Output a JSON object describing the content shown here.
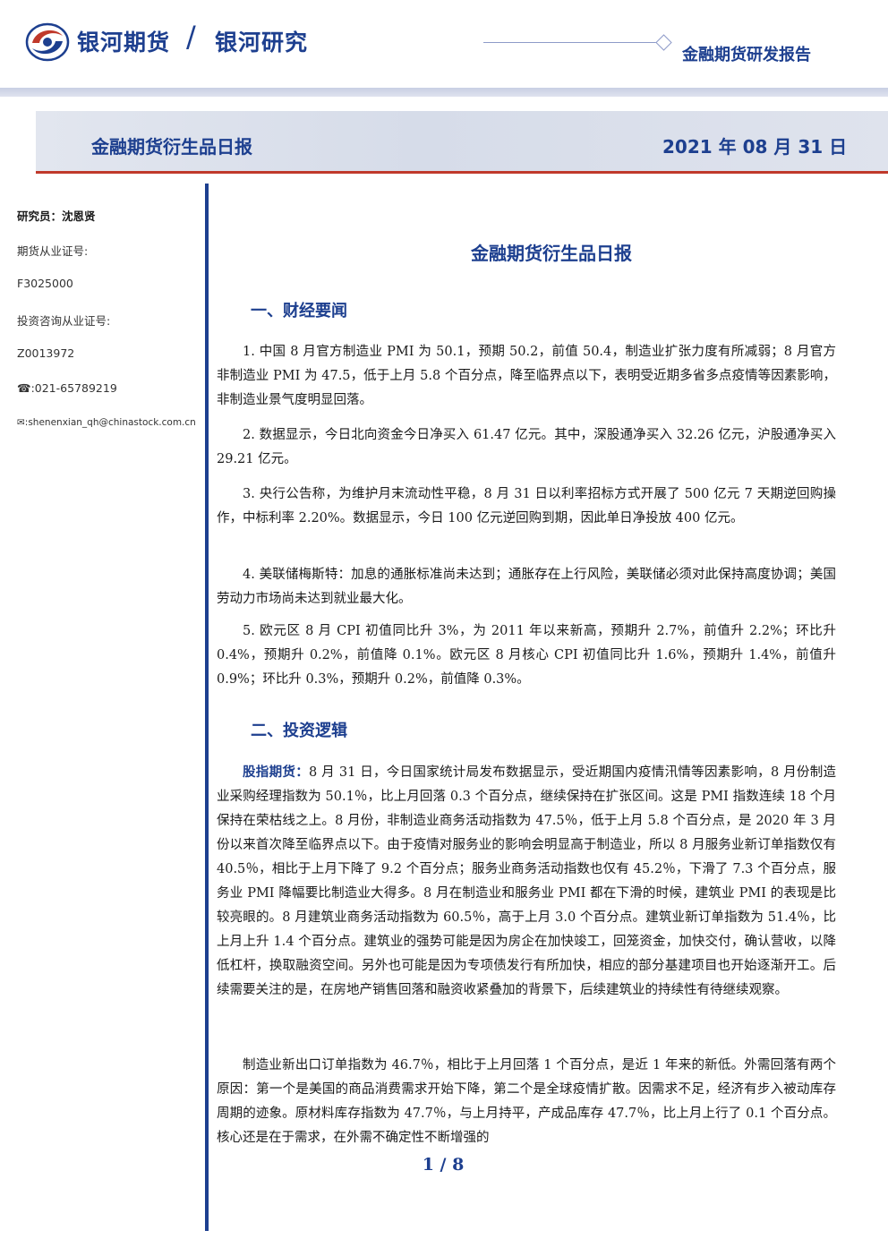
{
  "header": {
    "brand_name": "银河期货",
    "slash": "/",
    "brand_research": "银河研究",
    "report_type": "金融期货研发报告",
    "logo_icon": "galaxy-swirl-logo"
  },
  "banner": {
    "title": "金融期货衍生品日报",
    "date": "2021 年 08 月 31 日"
  },
  "sidebar": {
    "researcher": "研究员：沈恩贤",
    "futures_cert_label": "期货从业证号:",
    "futures_cert_value": "F3025000",
    "advisory_cert_label": "投资咨询从业证号:",
    "advisory_cert_value": "Z0013972",
    "phone": "☎:021-65789219",
    "email": "✉:shenenxian_qh@chinastock.com.cn"
  },
  "doc_title": "金融期货衍生品日报",
  "section1": {
    "heading": "一、财经要闻",
    "items": [
      "1. 中国 8 月官方制造业 PMI 为 50.1，预期 50.2，前值 50.4，制造业扩张力度有所减弱；8 月官方非制造业 PMI 为 47.5，低于上月 5.8 个百分点，降至临界点以下，表明受近期多省多点疫情等因素影响，非制造业景气度明显回落。",
      "2. 数据显示，今日北向资金今日净买入 61.47 亿元。其中，深股通净买入 32.26 亿元，沪股通净买入 29.21 亿元。",
      "3. 央行公告称，为维护月末流动性平稳，8 月 31 日以利率招标方式开展了 500 亿元 7 天期逆回购操作，中标利率 2.20%。数据显示，今日 100 亿元逆回购到期，因此单日净投放 400 亿元。",
      "4. 美联储梅斯特：加息的通胀标准尚未达到；通胀存在上行风险，美联储必须对此保持高度协调；美国劳动力市场尚未达到就业最大化。",
      "5. 欧元区 8 月 CPI 初值同比升 3%，为 2011 年以来新高，预期升 2.7%，前值升 2.2%；环比升 0.4%，预期升 0.2%，前值降 0.1%。欧元区 8 月核心 CPI 初值同比升 1.6%，预期升 1.4%，前值升 0.9%；环比升 0.3%，预期升 0.2%，前值降 0.3%。"
    ]
  },
  "section2": {
    "heading": "二、投资逻辑",
    "lead": "股指期货：",
    "para1": "8 月 31 日，今日国家统计局发布数据显示，受近期国内疫情汛情等因素影响，8 月份制造业采购经理指数为 50.1％，比上月回落 0.3 个百分点，继续保持在扩张区间。这是 PMI 指数连续 18 个月保持在荣枯线之上。8 月份，非制造业商务活动指数为 47.5％，低于上月 5.8 个百分点，是 2020 年 3 月份以来首次降至临界点以下。由于疫情对服务业的影响会明显高于制造业，所以 8 月服务业新订单指数仅有 40.5％，相比于上月下降了 9.2 个百分点；服务业商务活动指数也仅有 45.2％，下滑了 7.3 个百分点，服务业 PMI 降幅要比制造业大得多。8 月在制造业和服务业 PMI 都在下滑的时候，建筑业 PMI 的表现是比较亮眼的。8 月建筑业商务活动指数为 60.5％，高于上月 3.0 个百分点。建筑业新订单指数为 51.4％，比上月上升 1.4 个百分点。建筑业的强势可能是因为房企在加快竣工，回笼资金，加快交付，确认营收，以降低杠杆，换取融资空间。另外也可能是因为专项债发行有所加快，相应的部分基建项目也开始逐渐开工。后续需要关注的是，在房地产销售回落和融资收紧叠加的背景下，后续建筑业的持续性有待继续观察。",
    "para2": "制造业新出口订单指数为 46.7％，相比于上月回落 1 个百分点，是近 1 年来的新低。外需回落有两个原因：第一个是美国的商品消费需求开始下降，第二个是全球疫情扩散。因需求不足，经济有步入被动库存周期的迹象。原材料库存指数为 47.7％，与上月持平，产成品库存 47.7％，比上月上行了 0.1 个百分点。核心还是在于需求，在外需不确定性不断增强的"
  },
  "footer": {
    "page": "1 / 8"
  }
}
